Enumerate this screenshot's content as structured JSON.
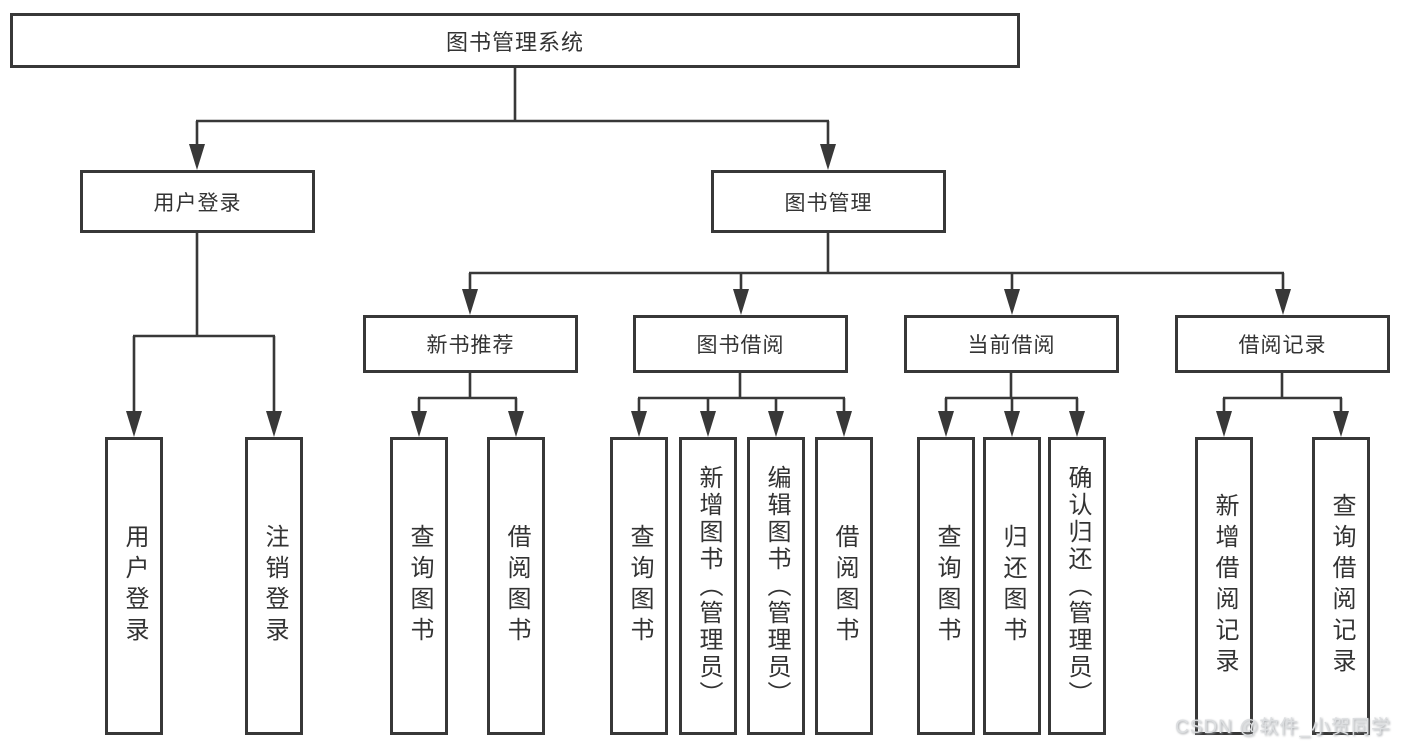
{
  "diagram": {
    "root": {
      "label": "图书管理系统",
      "children": [
        {
          "label": "用户登录",
          "children": [
            {
              "label": "用户登录"
            },
            {
              "label": "注销登录"
            }
          ]
        },
        {
          "label": "图书管理",
          "children": [
            {
              "label": "新书推荐",
              "children": [
                {
                  "label": "查询图书"
                },
                {
                  "label": "借阅图书"
                }
              ]
            },
            {
              "label": "图书借阅",
              "children": [
                {
                  "label": "查询图书"
                },
                {
                  "label": "新增图书（管理员）"
                },
                {
                  "label": "编辑图书（管理员）"
                },
                {
                  "label": "借阅图书"
                }
              ]
            },
            {
              "label": "当前借阅",
              "children": [
                {
                  "label": "查询图书"
                },
                {
                  "label": "归还图书"
                },
                {
                  "label": "确认归还（管理员）"
                }
              ]
            },
            {
              "label": "借阅记录",
              "children": [
                {
                  "label": "新增借阅记录"
                },
                {
                  "label": "查询借阅记录"
                }
              ]
            }
          ]
        }
      ]
    }
  },
  "watermark": "CSDN @软件_小贺同学",
  "colors": {
    "line": "#383838",
    "border": "#383838",
    "text": "#333333",
    "background": "#ffffff",
    "watermark": "#dcdee0"
  }
}
